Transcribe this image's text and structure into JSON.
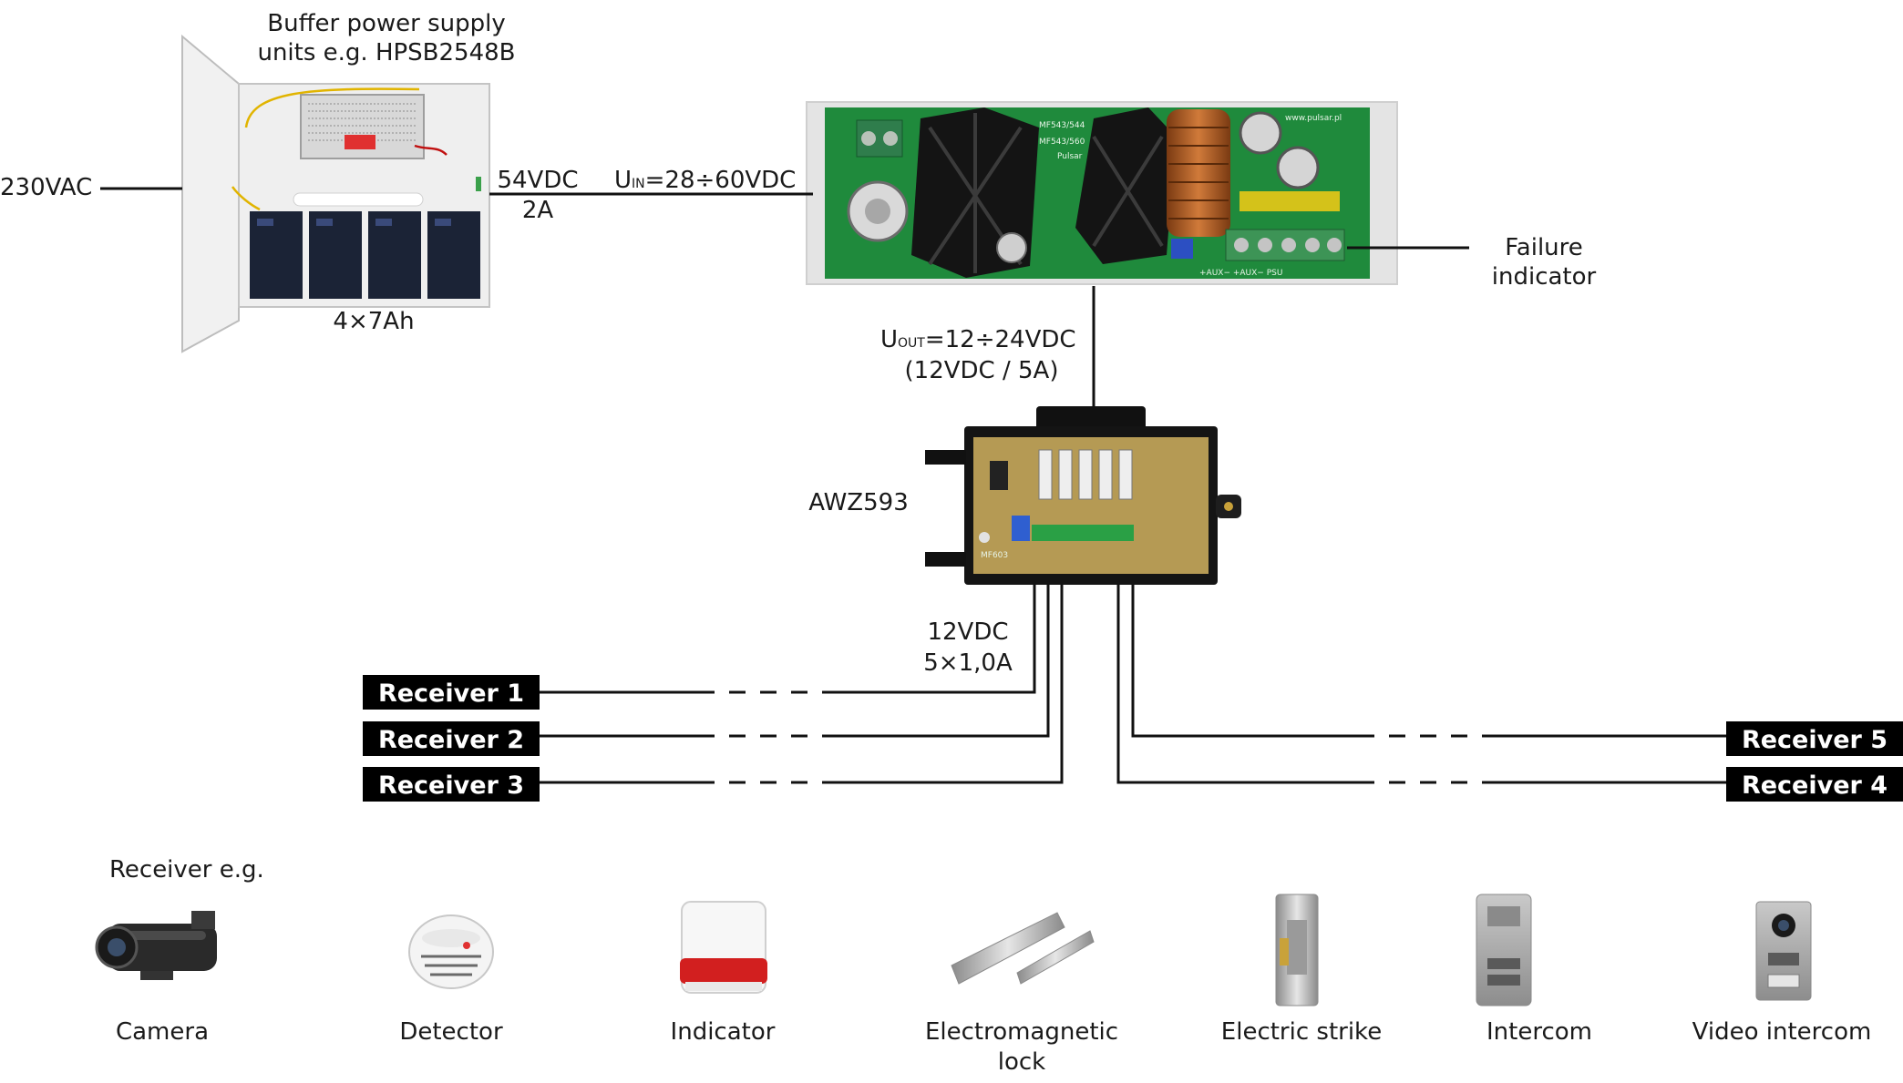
{
  "labels": {
    "buffer_psu_line1": "Buffer power supply",
    "buffer_psu_line2": "units e.g. HPSB2548B",
    "mains": "230VAC",
    "batteries": "4×7Ah",
    "psu_out_line1": "54VDC",
    "psu_out_line2": "2A",
    "uin_main": "U",
    "uin_sub": "IN",
    "uin_rest": "=28÷60VDC",
    "failure_line1": "Failure",
    "failure_line2": "indicator",
    "uout_main": "U",
    "uout_sub": "OUT",
    "uout_rest": "=12÷24VDC",
    "uout_line2": "(12VDC / 5A)",
    "awz": "AWZ593",
    "out_line1": "12VDC",
    "out_line2": "5×1,0A",
    "receiver_eg": "Receiver e.g."
  },
  "pcb_marks": {
    "converter_model_1": "MF543/544",
    "converter_model_2": "MF543/560",
    "converter_brand": "Pulsar",
    "converter_web": "www.pulsar.pl",
    "terminals": "+AUX−  +AUX−  PSU",
    "awz_model": "MF603"
  },
  "receivers": [
    {
      "label": "Receiver 1"
    },
    {
      "label": "Receiver 2"
    },
    {
      "label": "Receiver 3"
    },
    {
      "label": "Receiver 4"
    },
    {
      "label": "Receiver 5"
    }
  ],
  "examples": [
    {
      "label": "Camera",
      "icon": "camera-icon"
    },
    {
      "label": "Detector",
      "icon": "smoke-detector-icon"
    },
    {
      "label": "Indicator",
      "icon": "siren-indicator-icon"
    },
    {
      "label": "Electromagnetic",
      "label2": "lock",
      "icon": "electromagnetic-lock-icon"
    },
    {
      "label": "Electric strike",
      "icon": "electric-strike-icon"
    },
    {
      "label": "Intercom",
      "icon": "intercom-icon"
    },
    {
      "label": "Video intercom",
      "icon": "video-intercom-icon"
    }
  ],
  "colors": {
    "pcb_green": "#1f8a3c",
    "wire": "#111111",
    "receiver_box": "#000000",
    "enclosure": "#ececec"
  }
}
